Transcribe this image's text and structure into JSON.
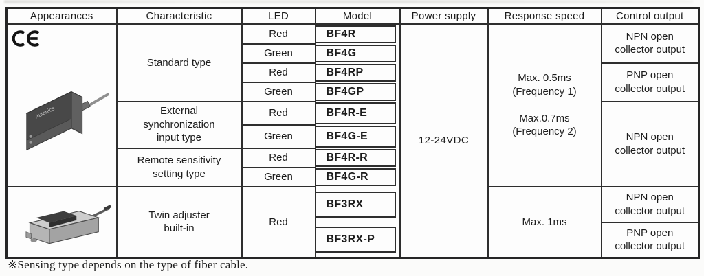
{
  "header": {
    "appearances": "Appearances",
    "characteristic": "Characteristic",
    "led": "LED",
    "model": "Model",
    "power_supply": "Power supply",
    "response_speed": "Response speed",
    "control_output": "Control output"
  },
  "characteristics": {
    "standard": "Standard type",
    "external_sync": "External\nsynchronization\ninput type",
    "remote_sensitivity": "Remote sensitivity\nsetting type",
    "twin_adjuster": "Twin adjuster\nbuilt-in"
  },
  "led": {
    "red": "Red",
    "green": "Green"
  },
  "models": [
    "BF4R",
    "BF4G",
    "BF4RP",
    "BF4GP",
    "BF4R-E",
    "BF4G-E",
    "BF4R-R",
    "BF4G-R",
    "BF3RX",
    "BF3RX-P"
  ],
  "power_supply": "12-24VDC",
  "response_speed": {
    "bf4_group": "Max. 0.5ms\n(Frequency 1)\n\nMax.0.7ms\n(Frequency 2)",
    "bf3_group": "Max. 1ms"
  },
  "control_output": {
    "npn": "NPN open\ncollector output",
    "pnp": "PNP open\ncollector output"
  },
  "icons": {
    "ce_mark": "CE"
  },
  "footnote": "※Sensing type depends on the type of fiber cable.",
  "colors": {
    "border": "#2e2e2e",
    "text": "#1c1c1c",
    "background": "#fbfbfa"
  }
}
